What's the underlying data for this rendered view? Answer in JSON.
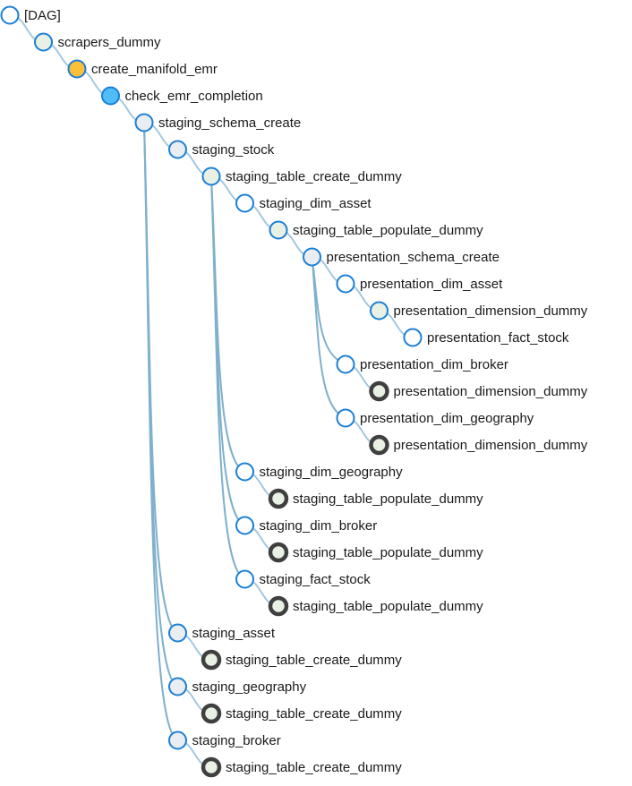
{
  "tree": {
    "status_colors": {
      "none": "#ffffff",
      "success": "#e8f1e4",
      "upstream_failed": "#fbbf3a",
      "running": "#4fbef6",
      "queued": "#eaeef2",
      "skipped": "#e8f1e4"
    },
    "stroke_colors": {
      "default": "#1a7fd6",
      "upstream": "#3f3f3f"
    },
    "nodes": [
      {
        "label": "[DAG]",
        "depth": 0,
        "parent": null,
        "fill": "none",
        "stroke": "default"
      },
      {
        "label": "scrapers_dummy",
        "depth": 1,
        "parent": 0,
        "fill": "success",
        "stroke": "default"
      },
      {
        "label": "create_manifold_emr",
        "depth": 2,
        "parent": 1,
        "fill": "upstream_failed",
        "stroke": "default"
      },
      {
        "label": "check_emr_completion",
        "depth": 3,
        "parent": 2,
        "fill": "running",
        "stroke": "default"
      },
      {
        "label": "staging_schema_create",
        "depth": 4,
        "parent": 3,
        "fill": "queued",
        "stroke": "default"
      },
      {
        "label": "staging_stock",
        "depth": 5,
        "parent": 4,
        "fill": "queued",
        "stroke": "default"
      },
      {
        "label": "staging_table_create_dummy",
        "depth": 6,
        "parent": 5,
        "fill": "success",
        "stroke": "default"
      },
      {
        "label": "staging_dim_asset",
        "depth": 7,
        "parent": 6,
        "fill": "none",
        "stroke": "default"
      },
      {
        "label": "staging_table_populate_dummy",
        "depth": 8,
        "parent": 7,
        "fill": "success",
        "stroke": "default"
      },
      {
        "label": "presentation_schema_create",
        "depth": 9,
        "parent": 8,
        "fill": "queued",
        "stroke": "default"
      },
      {
        "label": "presentation_dim_asset",
        "depth": 10,
        "parent": 9,
        "fill": "none",
        "stroke": "default"
      },
      {
        "label": "presentation_dimension_dummy",
        "depth": 11,
        "parent": 10,
        "fill": "success",
        "stroke": "default"
      },
      {
        "label": "presentation_fact_stock",
        "depth": 12,
        "parent": 11,
        "fill": "none",
        "stroke": "default"
      },
      {
        "label": "presentation_dim_broker",
        "depth": 10,
        "parent": 9,
        "fill": "none",
        "stroke": "default"
      },
      {
        "label": "presentation_dimension_dummy",
        "depth": 11,
        "parent": 13,
        "fill": "skipped",
        "stroke": "upstream"
      },
      {
        "label": "presentation_dim_geography",
        "depth": 10,
        "parent": 9,
        "fill": "none",
        "stroke": "default"
      },
      {
        "label": "presentation_dimension_dummy",
        "depth": 11,
        "parent": 15,
        "fill": "skipped",
        "stroke": "upstream"
      },
      {
        "label": "staging_dim_geography",
        "depth": 7,
        "parent": 6,
        "fill": "none",
        "stroke": "default"
      },
      {
        "label": "staging_table_populate_dummy",
        "depth": 8,
        "parent": 17,
        "fill": "skipped",
        "stroke": "upstream"
      },
      {
        "label": "staging_dim_broker",
        "depth": 7,
        "parent": 6,
        "fill": "none",
        "stroke": "default"
      },
      {
        "label": "staging_table_populate_dummy",
        "depth": 8,
        "parent": 19,
        "fill": "skipped",
        "stroke": "upstream"
      },
      {
        "label": "staging_fact_stock",
        "depth": 7,
        "parent": 6,
        "fill": "none",
        "stroke": "default"
      },
      {
        "label": "staging_table_populate_dummy",
        "depth": 8,
        "parent": 21,
        "fill": "skipped",
        "stroke": "upstream"
      },
      {
        "label": "staging_asset",
        "depth": 5,
        "parent": 4,
        "fill": "queued",
        "stroke": "default"
      },
      {
        "label": "staging_table_create_dummy",
        "depth": 6,
        "parent": 23,
        "fill": "skipped",
        "stroke": "upstream"
      },
      {
        "label": "staging_geography",
        "depth": 5,
        "parent": 4,
        "fill": "queued",
        "stroke": "default"
      },
      {
        "label": "staging_table_create_dummy",
        "depth": 6,
        "parent": 25,
        "fill": "skipped",
        "stroke": "upstream"
      },
      {
        "label": "staging_broker",
        "depth": 5,
        "parent": 4,
        "fill": "queued",
        "stroke": "default"
      },
      {
        "label": "staging_table_create_dummy",
        "depth": 6,
        "parent": 27,
        "fill": "skipped",
        "stroke": "upstream"
      }
    ]
  }
}
